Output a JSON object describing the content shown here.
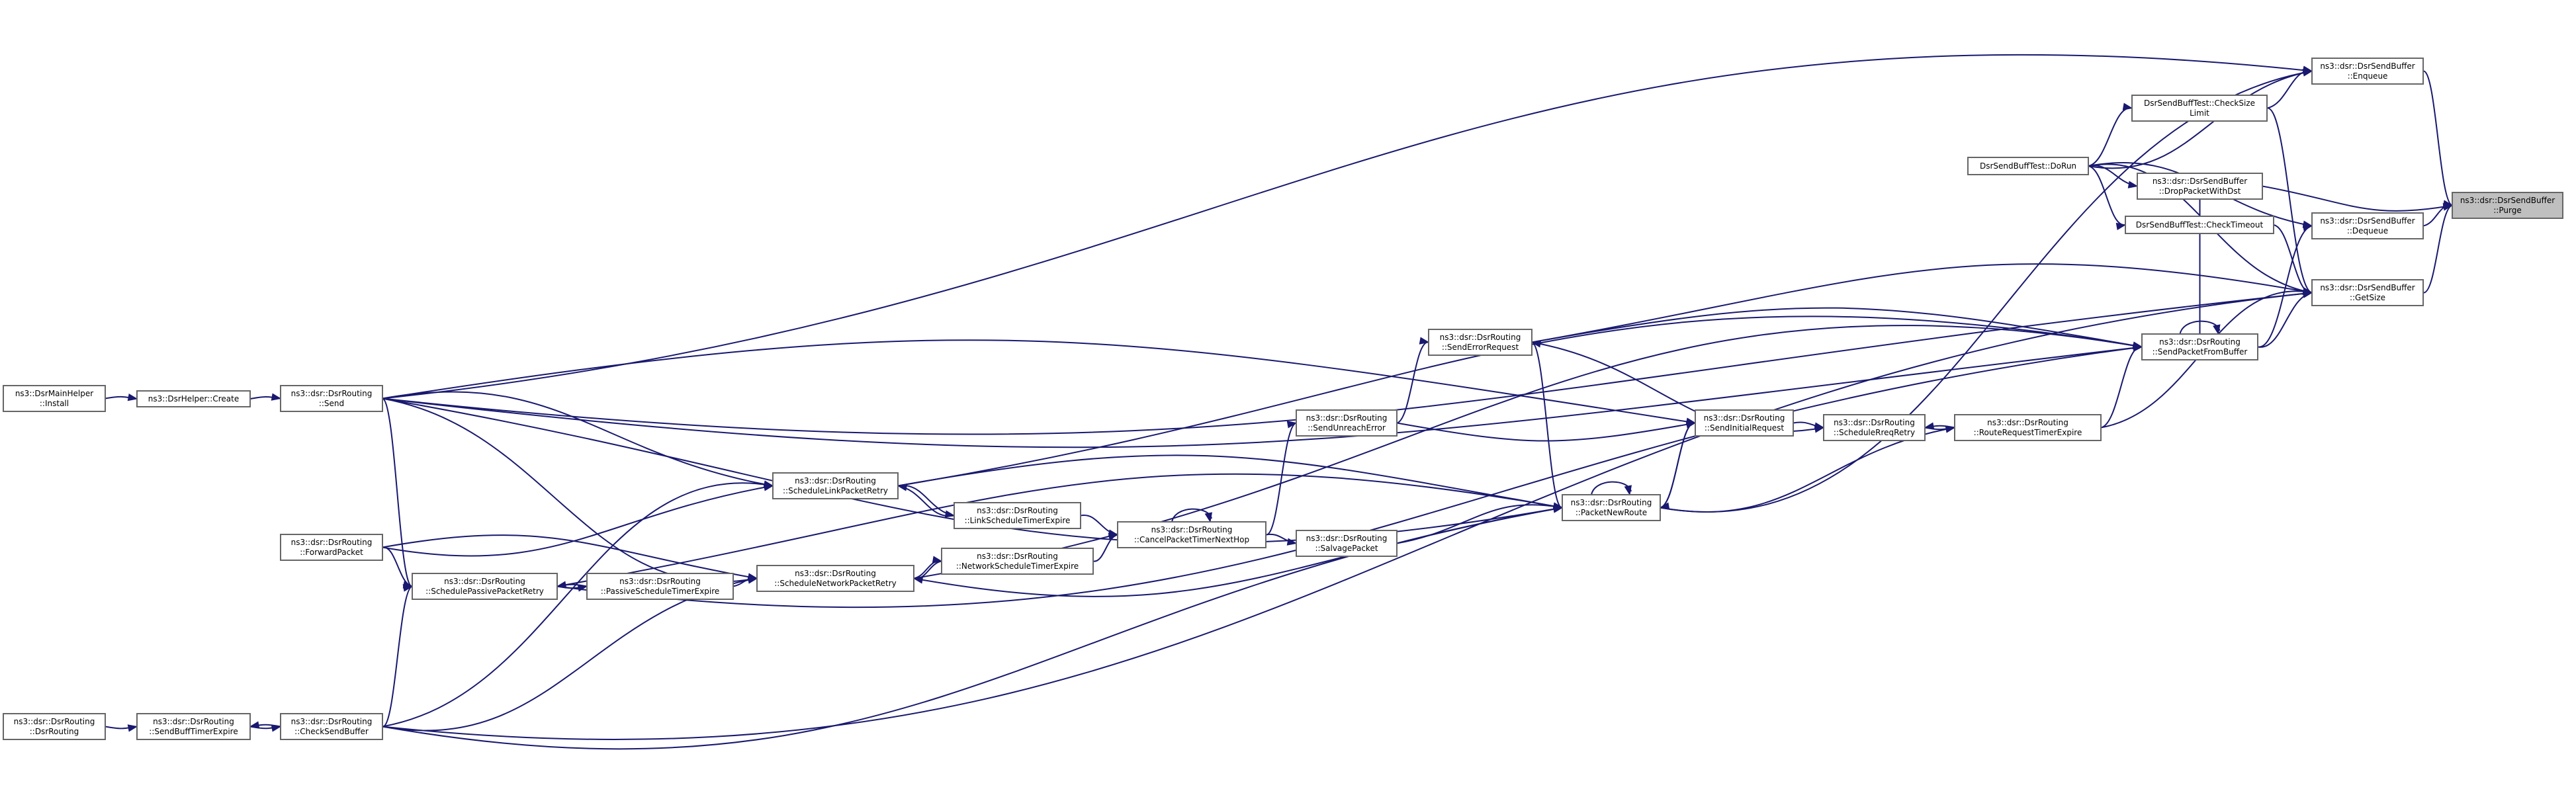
{
  "nodes": [
    {
      "id": "purge",
      "lines": [
        "ns3::dsr::DsrSendBuffer",
        "::Purge"
      ],
      "highlight": true
    },
    {
      "id": "enqueue",
      "lines": [
        "ns3::dsr::DsrSendBuffer",
        "::Enqueue"
      ]
    },
    {
      "id": "dropwithdst",
      "lines": [
        "ns3::dsr::DsrSendBuffer",
        "::DropPacketWithDst"
      ]
    },
    {
      "id": "dequeue",
      "lines": [
        "ns3::dsr::DsrSendBuffer",
        "::Dequeue"
      ]
    },
    {
      "id": "getsize",
      "lines": [
        "ns3::dsr::DsrSendBuffer",
        "::GetSize"
      ]
    },
    {
      "id": "checksizelimit",
      "lines": [
        "DsrSendBuffTest::CheckSize",
        "Limit"
      ]
    },
    {
      "id": "dorun",
      "lines": [
        "DsrSendBuffTest::DoRun"
      ]
    },
    {
      "id": "checktimeout",
      "lines": [
        "DsrSendBuffTest::CheckTimeout"
      ]
    },
    {
      "id": "sendpktfrombuf",
      "lines": [
        "ns3::dsr::DsrRouting",
        "::SendPacketFromBuffer"
      ]
    },
    {
      "id": "routereqexpire",
      "lines": [
        "ns3::dsr::DsrRouting",
        "::RouteRequestTimerExpire"
      ]
    },
    {
      "id": "schedulereqretry",
      "lines": [
        "ns3::dsr::DsrRouting",
        "::ScheduleRreqRetry"
      ]
    },
    {
      "id": "sendinitreq",
      "lines": [
        "ns3::dsr::DsrRouting",
        "::SendInitialRequest"
      ]
    },
    {
      "id": "senderrreq",
      "lines": [
        "ns3::dsr::DsrRouting",
        "::SendErrorRequest"
      ]
    },
    {
      "id": "sendunreach",
      "lines": [
        "ns3::dsr::DsrRouting",
        "::SendUnreachError"
      ]
    },
    {
      "id": "pktnewroute",
      "lines": [
        "ns3::dsr::DsrRouting",
        "::PacketNewRoute"
      ]
    },
    {
      "id": "salvage",
      "lines": [
        "ns3::dsr::DsrRouting",
        "::SalvagePacket"
      ]
    },
    {
      "id": "cancelpkt",
      "lines": [
        "ns3::dsr::DsrRouting",
        "::CancelPacketTimerNextHop"
      ]
    },
    {
      "id": "linkexpire",
      "lines": [
        "ns3::dsr::DsrRouting",
        "::LinkScheduleTimerExpire"
      ]
    },
    {
      "id": "netexpire",
      "lines": [
        "ns3::dsr::DsrRouting",
        "::NetworkScheduleTimerExpire"
      ]
    },
    {
      "id": "linkretry",
      "lines": [
        "ns3::dsr::DsrRouting",
        "::ScheduleLinkPacketRetry"
      ]
    },
    {
      "id": "netretry",
      "lines": [
        "ns3::dsr::DsrRouting",
        "::ScheduleNetworkPacketRetry"
      ]
    },
    {
      "id": "passexpire",
      "lines": [
        "ns3::dsr::DsrRouting",
        "::PassiveScheduleTimerExpire"
      ]
    },
    {
      "id": "passretry",
      "lines": [
        "ns3::dsr::DsrRouting",
        "::SchedulePassivePacketRetry"
      ]
    },
    {
      "id": "send",
      "lines": [
        "ns3::dsr::DsrRouting",
        "::Send"
      ]
    },
    {
      "id": "forward",
      "lines": [
        "ns3::dsr::DsrRouting",
        "::ForwardPacket"
      ]
    },
    {
      "id": "checksendbuf",
      "lines": [
        "ns3::dsr::DsrRouting",
        "::CheckSendBuffer"
      ]
    },
    {
      "id": "sendbuffexpire",
      "lines": [
        "ns3::dsr::DsrRouting",
        "::SendBuffTimerExpire"
      ]
    },
    {
      "id": "ctor",
      "lines": [
        "ns3::dsr::DsrRouting",
        "::DsrRouting"
      ]
    },
    {
      "id": "helpercreate",
      "lines": [
        "ns3::DsrHelper::Create"
      ]
    },
    {
      "id": "mainhelper",
      "lines": [
        "ns3::DsrMainHelper",
        "::Install"
      ]
    }
  ],
  "edges": [
    [
      "enqueue",
      "purge"
    ],
    [
      "dropwithdst",
      "purge"
    ],
    [
      "dequeue",
      "purge"
    ],
    [
      "getsize",
      "purge"
    ],
    [
      "checksizelimit",
      "enqueue"
    ],
    [
      "dorun",
      "enqueue"
    ],
    [
      "send",
      "enqueue"
    ],
    [
      "pktnewroute",
      "enqueue"
    ],
    [
      "dorun",
      "dropwithdst"
    ],
    [
      "sendpktfrombuf",
      "dropwithdst"
    ],
    [
      "dorun",
      "dequeue"
    ],
    [
      "sendpktfrombuf",
      "dequeue"
    ],
    [
      "checksizelimit",
      "getsize"
    ],
    [
      "checktimeout",
      "getsize"
    ],
    [
      "dorun",
      "getsize"
    ],
    [
      "sendpktfrombuf",
      "getsize"
    ],
    [
      "routereqexpire",
      "getsize"
    ],
    [
      "send",
      "getsize"
    ],
    [
      "senderrreq",
      "getsize"
    ],
    [
      "checksendbuf",
      "getsize"
    ],
    [
      "dorun",
      "checksizelimit"
    ],
    [
      "dorun",
      "checktimeout"
    ],
    [
      "routereqexpire",
      "sendpktfrombuf"
    ],
    [
      "sendpktfrombuf",
      "sendpktfrombuf"
    ],
    [
      "senderrreq",
      "sendpktfrombuf"
    ],
    [
      "send",
      "sendpktfrombuf"
    ],
    [
      "linkretry",
      "sendpktfrombuf"
    ],
    [
      "passretry",
      "sendpktfrombuf"
    ],
    [
      "netretry",
      "sendpktfrombuf"
    ],
    [
      "schedulereqretry",
      "routereqexpire"
    ],
    [
      "routereqexpire",
      "schedulereqretry"
    ],
    [
      "pktnewroute",
      "routereqexpire"
    ],
    [
      "sendinitreq",
      "schedulereqretry"
    ],
    [
      "senderrreq",
      "schedulereqretry"
    ],
    [
      "send",
      "sendinitreq"
    ],
    [
      "sendunreach",
      "sendinitreq"
    ],
    [
      "pktnewroute",
      "sendinitreq"
    ],
    [
      "pktnewroute",
      "senderrreq"
    ],
    [
      "sendunreach",
      "senderrreq"
    ],
    [
      "cancelpkt",
      "sendunreach"
    ],
    [
      "sendinitreq",
      "pktnewroute"
    ],
    [
      "pktnewroute",
      "pktnewroute"
    ],
    [
      "salvage",
      "pktnewroute"
    ],
    [
      "send",
      "pktnewroute"
    ],
    [
      "linkretry",
      "pktnewroute"
    ],
    [
      "netretry",
      "pktnewroute"
    ],
    [
      "passretry",
      "pktnewroute"
    ],
    [
      "checksendbuf",
      "pktnewroute"
    ],
    [
      "cancelpkt",
      "salvage"
    ],
    [
      "cancelpkt",
      "cancelpkt"
    ],
    [
      "linkexpire",
      "cancelpkt"
    ],
    [
      "netexpire",
      "cancelpkt"
    ],
    [
      "linkretry",
      "linkexpire"
    ],
    [
      "linkexpire",
      "linkretry"
    ],
    [
      "netretry",
      "netexpire"
    ],
    [
      "netexpire",
      "netretry"
    ],
    [
      "send",
      "linkretry"
    ],
    [
      "forward",
      "linkretry"
    ],
    [
      "checksendbuf",
      "linkretry"
    ],
    [
      "send",
      "netretry"
    ],
    [
      "forward",
      "netretry"
    ],
    [
      "checksendbuf",
      "netretry"
    ],
    [
      "passexpire",
      "netretry"
    ],
    [
      "passretry",
      "passexpire"
    ],
    [
      "passexpire",
      "passretry"
    ],
    [
      "send",
      "passretry"
    ],
    [
      "forward",
      "passretry"
    ],
    [
      "checksendbuf",
      "passretry"
    ],
    [
      "helpercreate",
      "send"
    ],
    [
      "sendbuffexpire",
      "checksendbuf"
    ],
    [
      "checksendbuf",
      "sendbuffexpire"
    ],
    [
      "ctor",
      "sendbuffexpire"
    ],
    [
      "mainhelper",
      "helpercreate"
    ]
  ]
}
